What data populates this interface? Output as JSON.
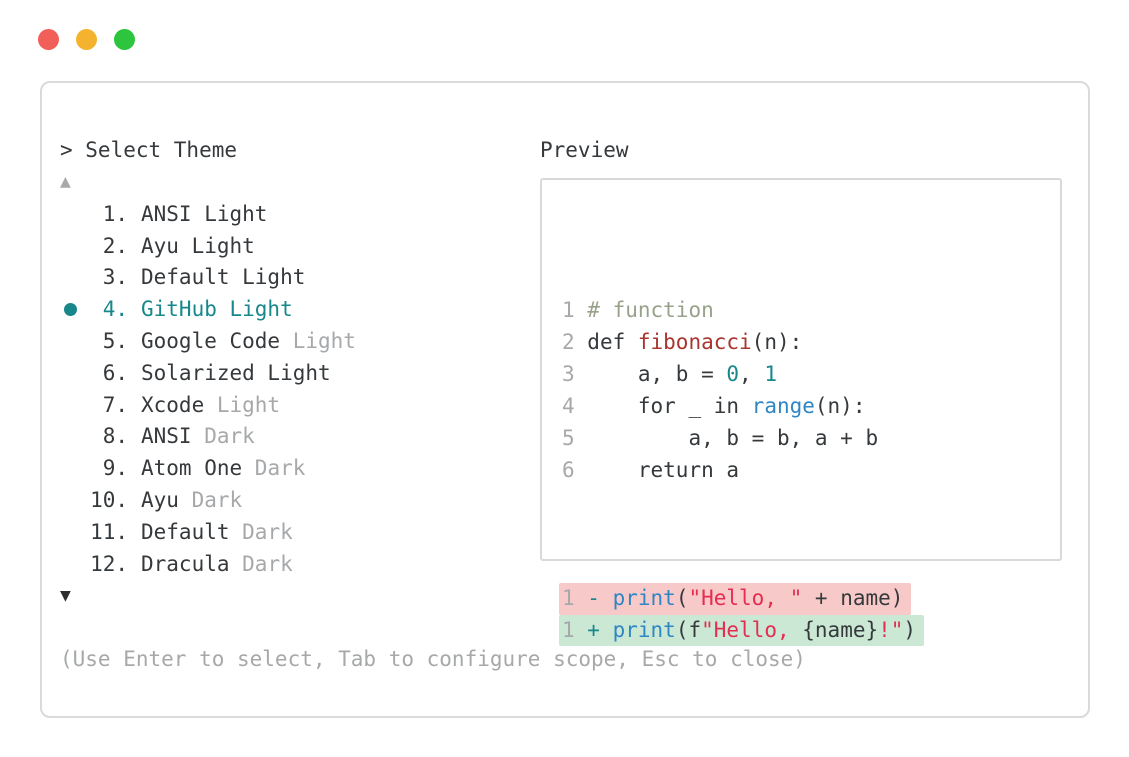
{
  "colors": {
    "fg": "#35393c",
    "muted": "#a6a8aa",
    "accent": "#17878c",
    "blue": "#2e86c4",
    "func": "#a8352f",
    "string": "#e32d51",
    "comment": "#98a28b",
    "removed": "#f8c9c9",
    "added": "#cbe8d5",
    "border": "#dadada",
    "red": "#f15f58",
    "yellow": "#f3b32e",
    "green": "#2cc53d"
  },
  "header": {
    "prompt_line": "> Select Theme"
  },
  "indicators": {
    "up": "▲",
    "down": "▼"
  },
  "theme_list": {
    "items": [
      {
        "number": "1.",
        "name": "ANSI Light",
        "suffix": "",
        "selected": false
      },
      {
        "number": "2.",
        "name": "Ayu Light",
        "suffix": "",
        "selected": false
      },
      {
        "number": "3.",
        "name": "Default Light",
        "suffix": "",
        "selected": false
      },
      {
        "number": "4.",
        "name": "GitHub Light",
        "suffix": "",
        "selected": true
      },
      {
        "number": "5.",
        "name": "Google Code",
        "suffix": " Light",
        "selected": false
      },
      {
        "number": "6.",
        "name": "Solarized Light",
        "suffix": "",
        "selected": false
      },
      {
        "number": "7.",
        "name": "Xcode",
        "suffix": " Light",
        "selected": false
      },
      {
        "number": "8.",
        "name": "ANSI",
        "suffix": " Dark",
        "selected": false
      },
      {
        "number": "9.",
        "name": "Atom One",
        "suffix": " Dark",
        "selected": false
      },
      {
        "number": "10.",
        "name": "Ayu",
        "suffix": " Dark",
        "selected": false
      },
      {
        "number": "11.",
        "name": "Default",
        "suffix": " Dark",
        "selected": false
      },
      {
        "number": "12.",
        "name": "Dracula",
        "suffix": " Dark",
        "selected": false
      }
    ]
  },
  "preview": {
    "label": "Preview",
    "code_lines": [
      {
        "num": "1",
        "tokens": [
          {
            "t": "# function",
            "c": "comment"
          }
        ]
      },
      {
        "num": "2",
        "tokens": [
          {
            "t": "def ",
            "c": "fg"
          },
          {
            "t": "fibonacci",
            "c": "func"
          },
          {
            "t": "(n):",
            "c": "fg"
          }
        ]
      },
      {
        "num": "3",
        "tokens": [
          {
            "t": "    a, b = ",
            "c": "fg"
          },
          {
            "t": "0",
            "c": "number"
          },
          {
            "t": ", ",
            "c": "fg"
          },
          {
            "t": "1",
            "c": "number"
          }
        ]
      },
      {
        "num": "4",
        "tokens": [
          {
            "t": "    for _ in ",
            "c": "fg"
          },
          {
            "t": "range",
            "c": "blue"
          },
          {
            "t": "(n):",
            "c": "fg"
          }
        ]
      },
      {
        "num": "5",
        "tokens": [
          {
            "t": "        a, b = b, a + b",
            "c": "fg"
          }
        ]
      },
      {
        "num": "6",
        "tokens": [
          {
            "t": "    return a",
            "c": "fg"
          }
        ]
      }
    ],
    "diff_lines": [
      {
        "num": "1",
        "sign": "-",
        "type": "removed",
        "tokens": [
          {
            "t": "print",
            "c": "blue"
          },
          {
            "t": "(",
            "c": "fg"
          },
          {
            "t": "\"Hello, \"",
            "c": "string"
          },
          {
            "t": " + name)",
            "c": "fg"
          }
        ]
      },
      {
        "num": "1",
        "sign": "+",
        "type": "added",
        "tokens": [
          {
            "t": "print",
            "c": "blue"
          },
          {
            "t": "(f",
            "c": "fg"
          },
          {
            "t": "\"Hello, ",
            "c": "string"
          },
          {
            "t": "{name}",
            "c": "fg"
          },
          {
            "t": "!\"",
            "c": "string"
          },
          {
            "t": ")",
            "c": "fg"
          }
        ]
      }
    ]
  },
  "footer": {
    "hint": "(Use Enter to select, Tab to configure scope, Esc to close)"
  }
}
